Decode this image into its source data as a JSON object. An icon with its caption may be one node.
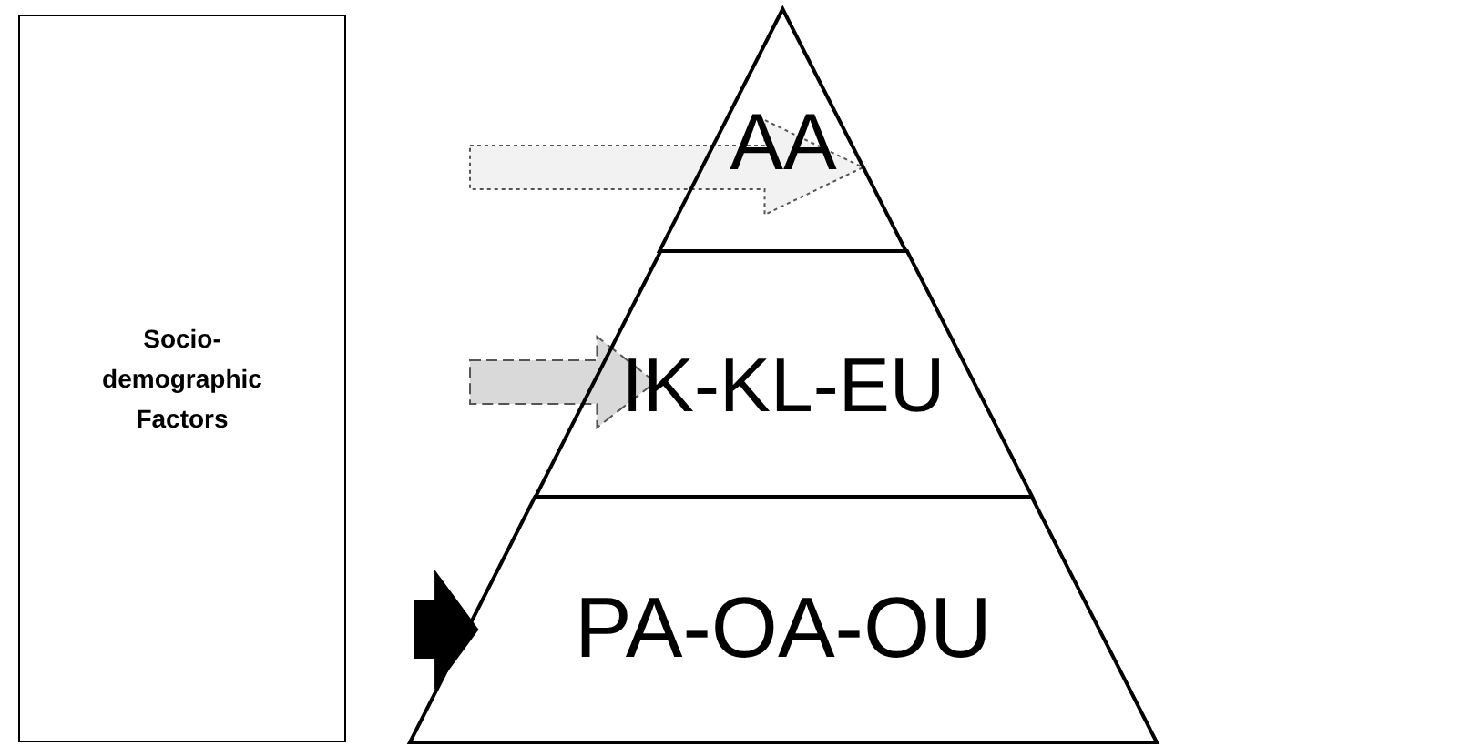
{
  "diagram": {
    "nodes": [
      {
        "text": [
          "Socio- demographic Factors"
        ]
      },
      {
        "text": [
          "AA"
        ]
      },
      {
        "text": [
          "IK-KL-EU"
        ]
      },
      {
        "text": [
          "PA-OA-OU"
        ]
      }
    ],
    "edges": [
      {
        "from": 0,
        "to": 1,
        "arrow": "to",
        "style": "dashed",
        "color": "#f2f2f2"
      },
      {
        "from": 0,
        "to": 2,
        "arrow": "to",
        "style": "dashed",
        "color": "#d9d9d9"
      },
      {
        "from": 0,
        "to": 3,
        "arrow": "to",
        "style": "thick",
        "color": "#000000"
      }
    ]
  }
}
